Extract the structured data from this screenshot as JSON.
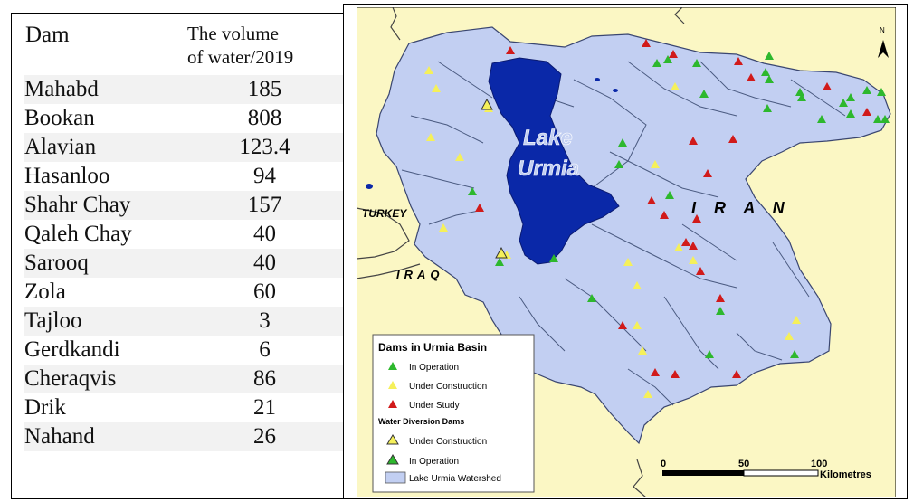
{
  "table": {
    "headers": {
      "dam": "Dam",
      "volume_line1": "The volume",
      "volume_line2": "of water/2019"
    },
    "rows": [
      {
        "dam": "Mahabd",
        "volume": "185"
      },
      {
        "dam": "Bookan",
        "volume": "808"
      },
      {
        "dam": "Alavian",
        "volume": "123.4"
      },
      {
        "dam": "Hasanloo",
        "volume": "94"
      },
      {
        "dam": "Shahr Chay",
        "volume": "157"
      },
      {
        "dam": "Qaleh Chay",
        "volume": "40"
      },
      {
        "dam": "Sarooq",
        "volume": "40"
      },
      {
        "dam": "Zola",
        "volume": "60"
      },
      {
        "dam": "Tajloo",
        "volume": "3"
      },
      {
        "dam": "Gerdkandi",
        "volume": "6"
      },
      {
        "dam": "Cheraqvis",
        "volume": "86"
      },
      {
        "dam": "Drik",
        "volume": "21"
      },
      {
        "dam": "Nahand",
        "volume": "26"
      }
    ]
  },
  "map": {
    "lake_label_line1": "Lake",
    "lake_label_line2": "Urmia",
    "country_labels": {
      "turkey": "TURKEY",
      "iraq": "IRAQ",
      "iran": "I    R    A    N"
    },
    "north_label": "N",
    "legend": {
      "title": "Dams in Urmia Basin",
      "in_operation": "In Operation",
      "under_construction": "Under Construction",
      "under_study": "Under Study",
      "diversion_title": "Water Diversion Dams",
      "div_under_construction": "Under Construction",
      "div_in_operation": "In Operation",
      "watershed": "Lake Urmia Watershed"
    },
    "scale": {
      "label_0": "0",
      "label_50": "50",
      "label_100": "100",
      "units": "Kilometres"
    },
    "colors": {
      "background": "#fbf7c4",
      "watershed": "#c2cff2",
      "lake": "#0a28a8",
      "river": "#4a5a80",
      "in_operation": "#2db82d",
      "under_construction": "#f5f05a",
      "under_study": "#d11a1a"
    }
  }
}
